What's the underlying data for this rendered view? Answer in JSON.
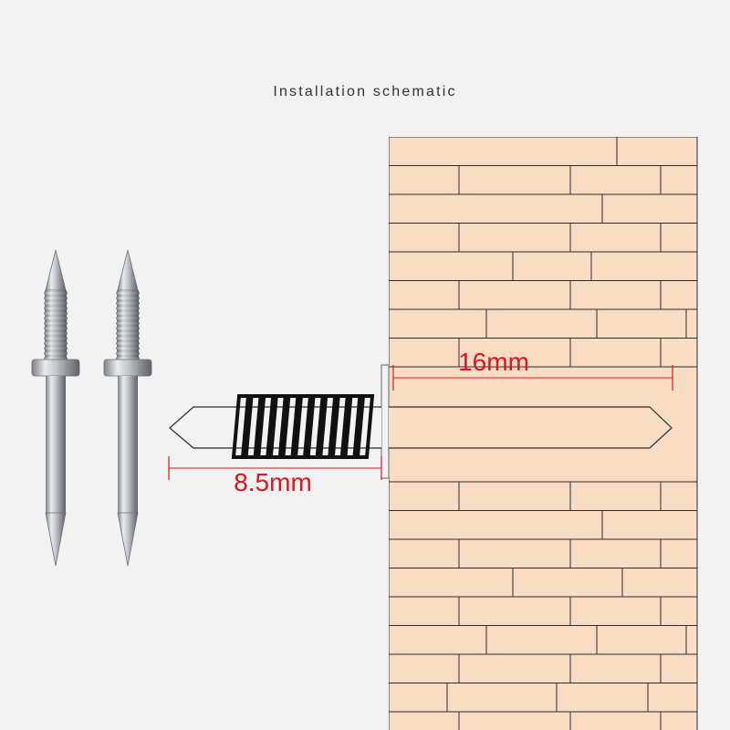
{
  "title": "Installation schematic",
  "dimensions": {
    "embed_depth": "16mm",
    "exposed_length": "8.5mm"
  },
  "colors": {
    "background": "#f2f2f2",
    "brick_fill": "#f8dcc4",
    "mortar_line": "#2c2c2c",
    "dimension_red": "#e0141e",
    "spring_black": "#111111",
    "steel": "#b9bdc2"
  },
  "objects": {
    "pins_count": 2,
    "wall_material": "brick"
  }
}
